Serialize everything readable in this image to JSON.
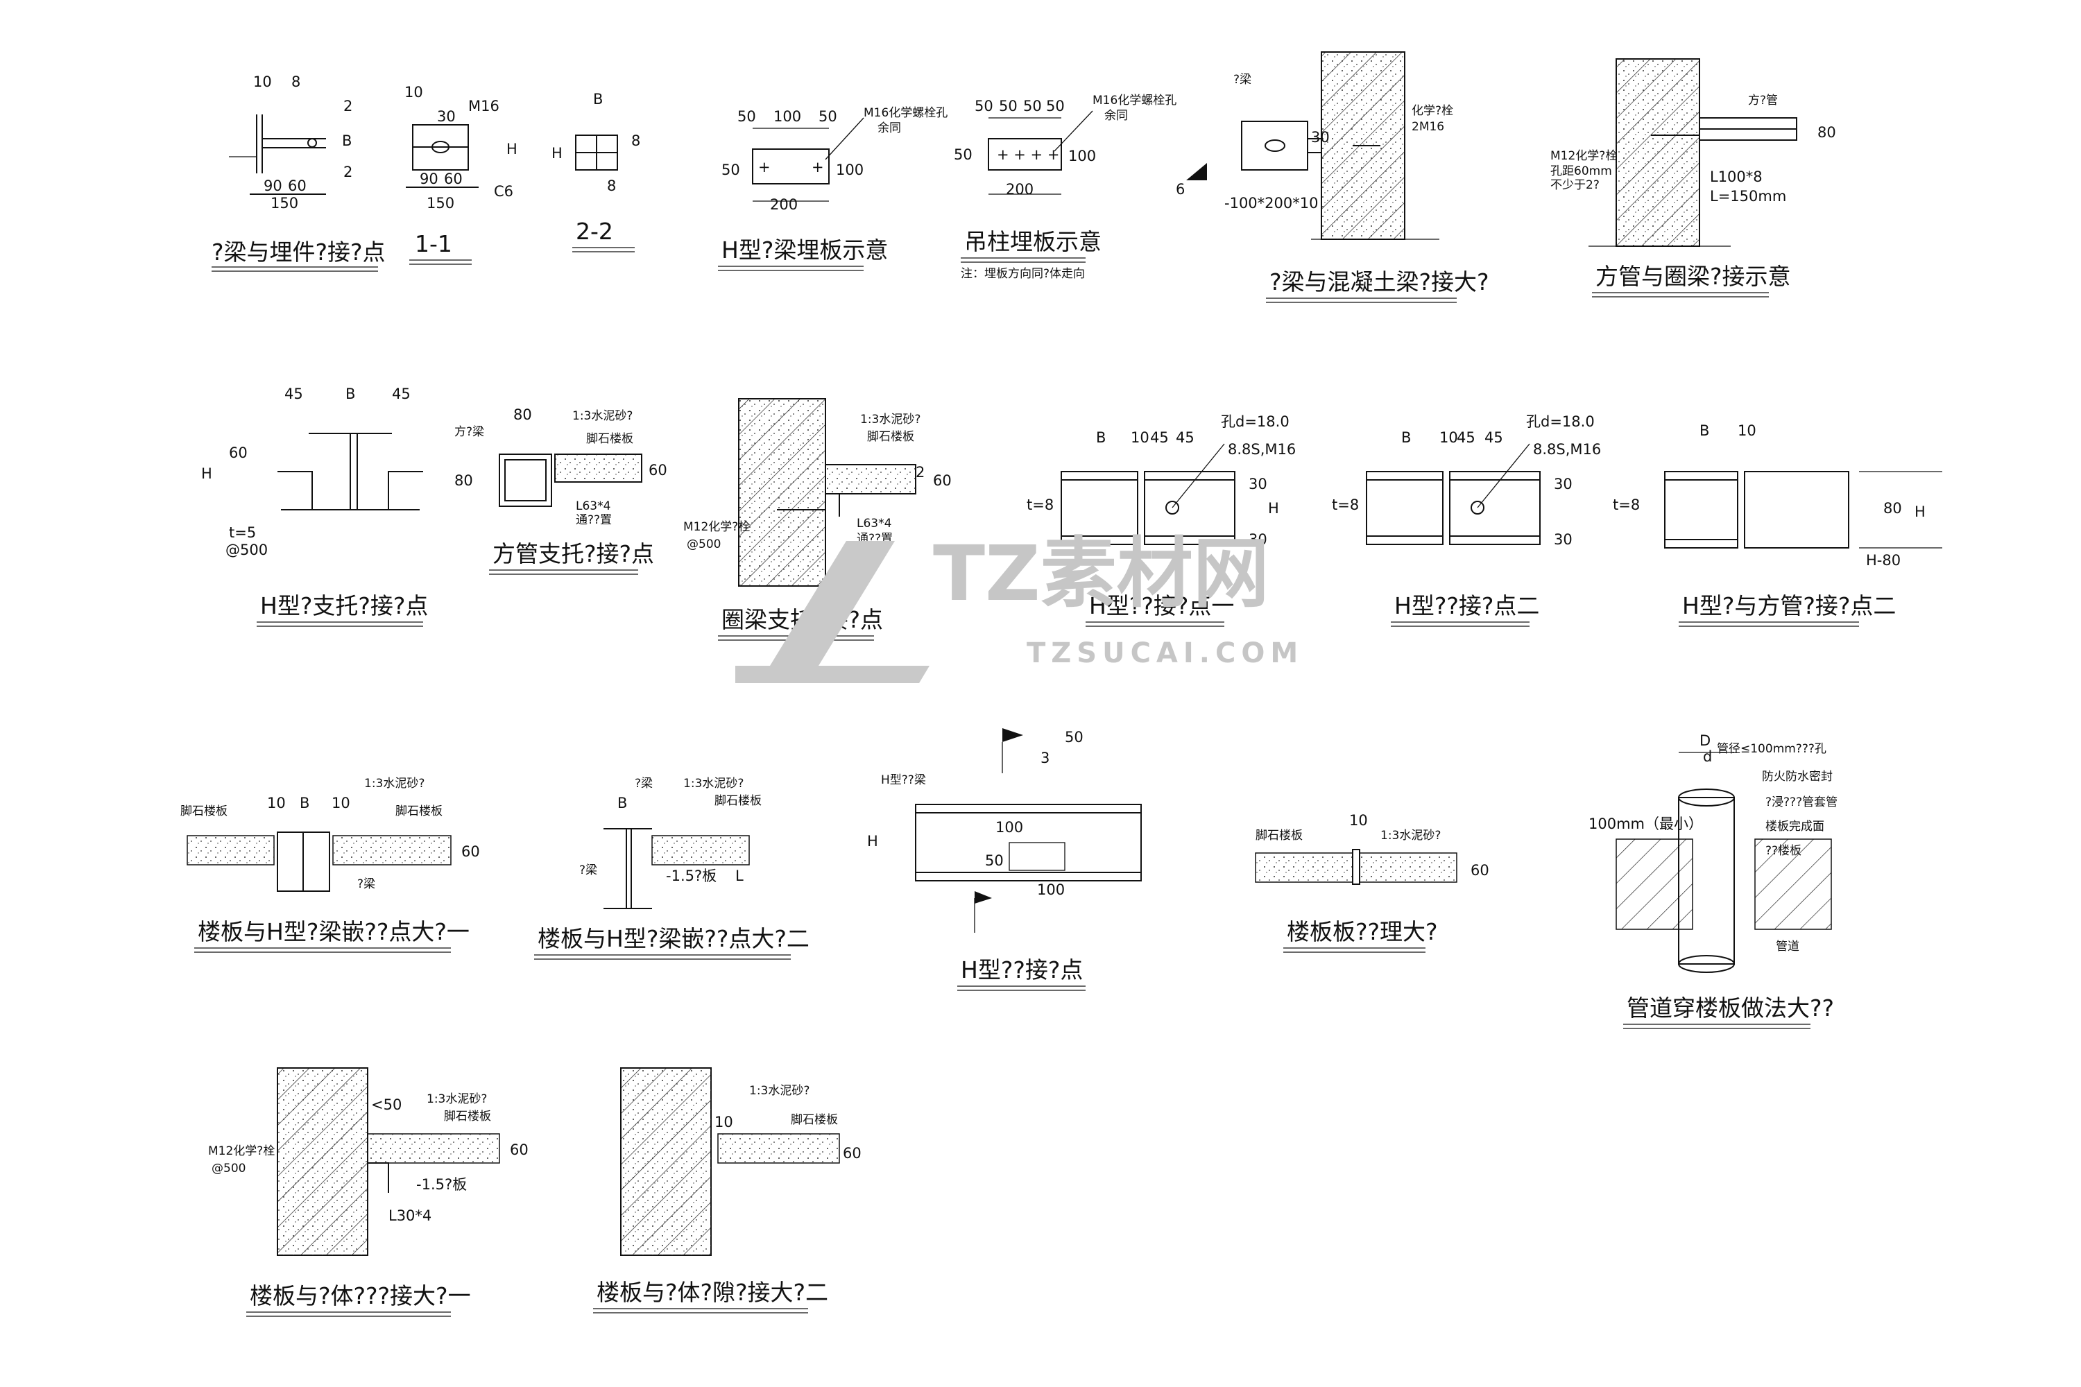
{
  "watermark": {
    "logo_text": "TZ素材网",
    "url_text": "TZSUCAI.COM"
  },
  "details": {
    "d1": {
      "title": "?梁与埋件?接?点",
      "dims": [
        "10",
        "8",
        "2",
        "2",
        "B",
        "90",
        "60",
        "150"
      ]
    },
    "d2": {
      "title": "1-1",
      "dims": [
        "10",
        "30",
        "M16",
        "90",
        "60",
        "150",
        "H",
        "C6"
      ]
    },
    "d3": {
      "title": "2-2",
      "dims": [
        "B",
        "H",
        "8",
        "8"
      ]
    },
    "d4": {
      "title": "H型?梁埋板示意",
      "dims": [
        "50",
        "100",
        "50",
        "50",
        "100",
        "200"
      ],
      "note1": "M16化学螺栓孔",
      "note2": "余同"
    },
    "d5": {
      "title": "吊柱埋板示意",
      "dims": [
        "50",
        "50",
        "50",
        "50",
        "50",
        "100",
        "200"
      ],
      "note1": "M16化学螺栓孔",
      "note2": "余同",
      "sub": "注：埋板方向同?体走向"
    },
    "d6": {
      "title": "?梁与混凝土梁?接大?",
      "labels": [
        "?梁",
        "化学?栓",
        "2M16",
        "6",
        "-100*200*10",
        "30"
      ]
    },
    "d7": {
      "title": "方管与圈梁?接示意",
      "labels": [
        "方?管",
        "M12化学?栓",
        "孔距60mm",
        "不少于2?",
        "L100*8",
        "L=150mm",
        "80"
      ]
    },
    "d8": {
      "title": "H型?支托?接?点",
      "labels": [
        "45",
        "B",
        "45",
        "60",
        "H",
        "t=5",
        "@500"
      ]
    },
    "d9": {
      "title": "方管支托?接?点",
      "labels": [
        "80",
        "方?梁",
        "1:3水泥砂?",
        "脚石楼板",
        "80",
        "60",
        "L63*4",
        "通??置"
      ]
    },
    "d10": {
      "title": "圈梁支托?接?点",
      "labels": [
        "1:3水泥砂?",
        "脚石楼板",
        "60",
        "2",
        "M12化学?栓",
        "@500",
        "L63*4",
        "通??置"
      ]
    },
    "d11": {
      "title": "H型??接?点一",
      "labels": [
        "B",
        "10",
        "45",
        "45",
        "孔d=18.0",
        "8.8S,M16",
        "t=8",
        "30",
        "H",
        "30"
      ]
    },
    "d12": {
      "title": "H型??接?点二",
      "labels": [
        "B",
        "10",
        "45",
        "45",
        "孔d=18.0",
        "8.8S,M16",
        "t=8",
        "30",
        "30"
      ]
    },
    "d13": {
      "title": "H型?与方管?接?点二",
      "labels": [
        "B",
        "10",
        "t=8",
        "80",
        "H",
        "H-80"
      ]
    },
    "d14": {
      "title": "楼板与H型?梁嵌??点大?一",
      "labels": [
        "10",
        "B",
        "10",
        "1:3水泥砂?",
        "脚石楼板",
        "脚石楼板",
        "60",
        "?梁"
      ]
    },
    "d15": {
      "title": "楼板与H型?梁嵌??点大?二",
      "labels": [
        "?梁",
        "1:3水泥砂?",
        "B",
        "脚石楼板",
        "?梁",
        "-1.5?板",
        "L"
      ]
    },
    "d16": {
      "title": "H型??接?点",
      "labels": [
        "50",
        "3",
        "H型??梁",
        "100",
        "H",
        "50",
        "100"
      ]
    },
    "d17": {
      "title": "楼板板??理大?",
      "labels": [
        "10",
        "脚石楼板",
        "1:3水泥砂?",
        "60"
      ]
    },
    "d18": {
      "title": "管道穿楼板做法大??",
      "labels": [
        "D",
        "d",
        "管径≤100mm???孔",
        "防火防水密封",
        "?浸???管套管",
        "楼板完成面",
        "??楼板",
        "100mm（最小）",
        "管道"
      ]
    },
    "d19": {
      "title": "楼板与?体???接大?一",
      "labels": [
        "<50",
        "1:3水泥砂?",
        "脚石楼板",
        "M12化学?栓",
        "@500",
        "60",
        "-1.5?板",
        "L30*4"
      ]
    },
    "d20": {
      "title": "楼板与?体?隙?接大?二",
      "labels": [
        "1:3水泥砂?",
        "10",
        "脚石楼板",
        "60"
      ]
    }
  }
}
